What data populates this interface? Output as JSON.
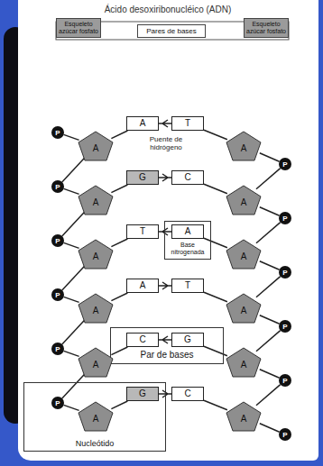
{
  "diagram": {
    "title": "Ácido desoxiribonucléico (ADN)",
    "nodes": [
      {
        "text": [
          "Esqueleto azúcar fosfato"
        ]
      },
      {
        "text": [
          "Pares de bases"
        ]
      },
      {
        "text": [
          "Esqueleto azúcar fosfato"
        ]
      },
      {
        "text": [
          "P"
        ]
      },
      {
        "text": [
          "A"
        ]
      },
      {
        "text": [
          "A"
        ]
      },
      {
        "text": [
          "T"
        ]
      },
      {
        "text": [
          "A"
        ]
      },
      {
        "text": [
          "P"
        ]
      },
      {
        "text": [
          "P"
        ]
      },
      {
        "text": [
          "A"
        ]
      },
      {
        "text": [
          "G"
        ]
      },
      {
        "text": [
          "C"
        ]
      },
      {
        "text": [
          "A"
        ]
      },
      {
        "text": [
          "P"
        ]
      },
      {
        "text": [
          "P"
        ]
      },
      {
        "text": [
          "A"
        ]
      },
      {
        "text": [
          "T"
        ]
      },
      {
        "text": [
          "Base nitrogenada"
        ]
      },
      {
        "text": [
          "A"
        ],
        "in": 18
      },
      {
        "text": [
          "A"
        ]
      },
      {
        "text": [
          "P"
        ]
      },
      {
        "text": [
          "P"
        ]
      },
      {
        "text": [
          "A"
        ]
      },
      {
        "text": [
          "A"
        ]
      },
      {
        "text": [
          "T"
        ]
      },
      {
        "text": [
          "A"
        ]
      },
      {
        "text": [
          "P"
        ]
      },
      {
        "text": [
          "Par de bases"
        ]
      },
      {
        "text": [
          "P"
        ]
      },
      {
        "text": [
          "A"
        ]
      },
      {
        "text": [
          "C"
        ],
        "in": 28
      },
      {
        "text": [
          "G"
        ],
        "in": 28
      },
      {
        "text": [
          "A"
        ]
      },
      {
        "text": [
          "P"
        ]
      },
      {
        "text": [
          "Nucleótido"
        ]
      },
      {
        "text": [
          "P"
        ],
        "in": 35
      },
      {
        "text": [
          "A"
        ],
        "in": 35
      },
      {
        "text": [
          "G"
        ],
        "in": 35
      },
      {
        "text": [
          "C"
        ]
      },
      {
        "text": [
          "A"
        ]
      },
      {
        "text": [
          "P"
        ]
      }
    ],
    "edges": [
      {
        "from": 3,
        "to": 4,
        "arrow": "none"
      },
      {
        "from": 4,
        "to": 5,
        "arrow": "none"
      },
      {
        "from": 5,
        "to": 6,
        "arrow": "none"
      },
      {
        "from": 6,
        "to": 7,
        "arrow": "none"
      },
      {
        "from": 7,
        "to": 8,
        "arrow": "none"
      },
      {
        "from": 4,
        "to": 9,
        "arrow": "none"
      },
      {
        "from": 8,
        "to": 13,
        "arrow": "none"
      },
      {
        "from": 9,
        "to": 10,
        "arrow": "none"
      },
      {
        "from": 10,
        "to": 11,
        "arrow": "none"
      },
      {
        "from": 11,
        "to": 12,
        "arrow": "none"
      },
      {
        "from": 12,
        "to": 13,
        "arrow": "none"
      },
      {
        "from": 13,
        "to": 14,
        "arrow": "none"
      },
      {
        "from": 10,
        "to": 15,
        "arrow": "none"
      },
      {
        "from": 14,
        "to": 20,
        "arrow": "none"
      },
      {
        "from": 15,
        "to": 16,
        "arrow": "none"
      },
      {
        "from": 16,
        "to": 17,
        "arrow": "none"
      },
      {
        "from": 17,
        "to": 19,
        "arrow": "none"
      },
      {
        "from": 19,
        "to": 20,
        "arrow": "none"
      },
      {
        "from": 20,
        "to": 21,
        "arrow": "none"
      },
      {
        "from": 16,
        "to": 22,
        "arrow": "none"
      },
      {
        "from": 21,
        "to": 26,
        "arrow": "none"
      },
      {
        "from": 22,
        "to": 23,
        "arrow": "none"
      },
      {
        "from": 23,
        "to": 24,
        "arrow": "none"
      },
      {
        "from": 24,
        "to": 25,
        "arrow": "none"
      },
      {
        "from": 25,
        "to": 26,
        "arrow": "none"
      },
      {
        "from": 26,
        "to": 27,
        "arrow": "none"
      },
      {
        "from": 23,
        "to": 29,
        "arrow": "none"
      },
      {
        "from": 27,
        "to": 33,
        "arrow": "none"
      },
      {
        "from": 29,
        "to": 30,
        "arrow": "none"
      },
      {
        "from": 30,
        "to": 31,
        "arrow": "none"
      },
      {
        "from": 31,
        "to": 32,
        "arrow": "none"
      },
      {
        "from": 32,
        "to": 33,
        "arrow": "none"
      },
      {
        "from": 33,
        "to": 34,
        "arrow": "none"
      },
      {
        "from": 30,
        "to": 36,
        "arrow": "none"
      },
      {
        "from": 34,
        "to": 40,
        "arrow": "none"
      },
      {
        "from": 36,
        "to": 37,
        "arrow": "none"
      },
      {
        "from": 37,
        "to": 38,
        "arrow": "none"
      },
      {
        "from": 38,
        "to": 39,
        "arrow": "none"
      },
      {
        "from": 39,
        "to": 40,
        "arrow": "none"
      },
      {
        "from": 40,
        "to": 41,
        "arrow": "none"
      }
    ],
    "labels": [
      "Puente de hidrógeno"
    ]
  }
}
